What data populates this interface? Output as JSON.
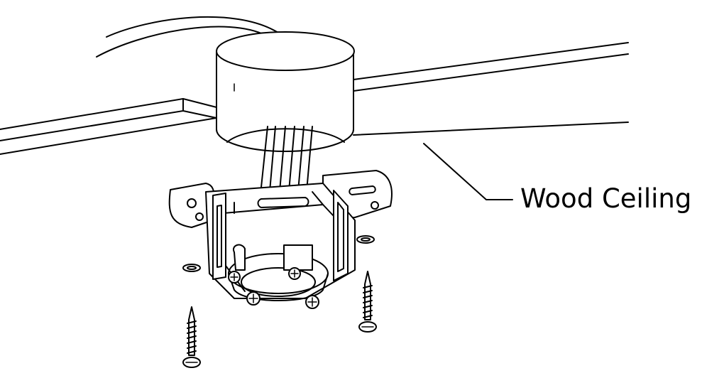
{
  "diagram": {
    "callout": {
      "label": "Wood Ceiling"
    },
    "colors": {
      "line": "#000000",
      "background": "#ffffff"
    },
    "parts": {
      "ceiling": "wood-ceiling-panel",
      "junction_box": "round-junction-box",
      "bracket": "mounting-bracket",
      "screws": "wood-screw-icon",
      "washers": "washer-icon",
      "wires": "cable-bundle"
    }
  }
}
